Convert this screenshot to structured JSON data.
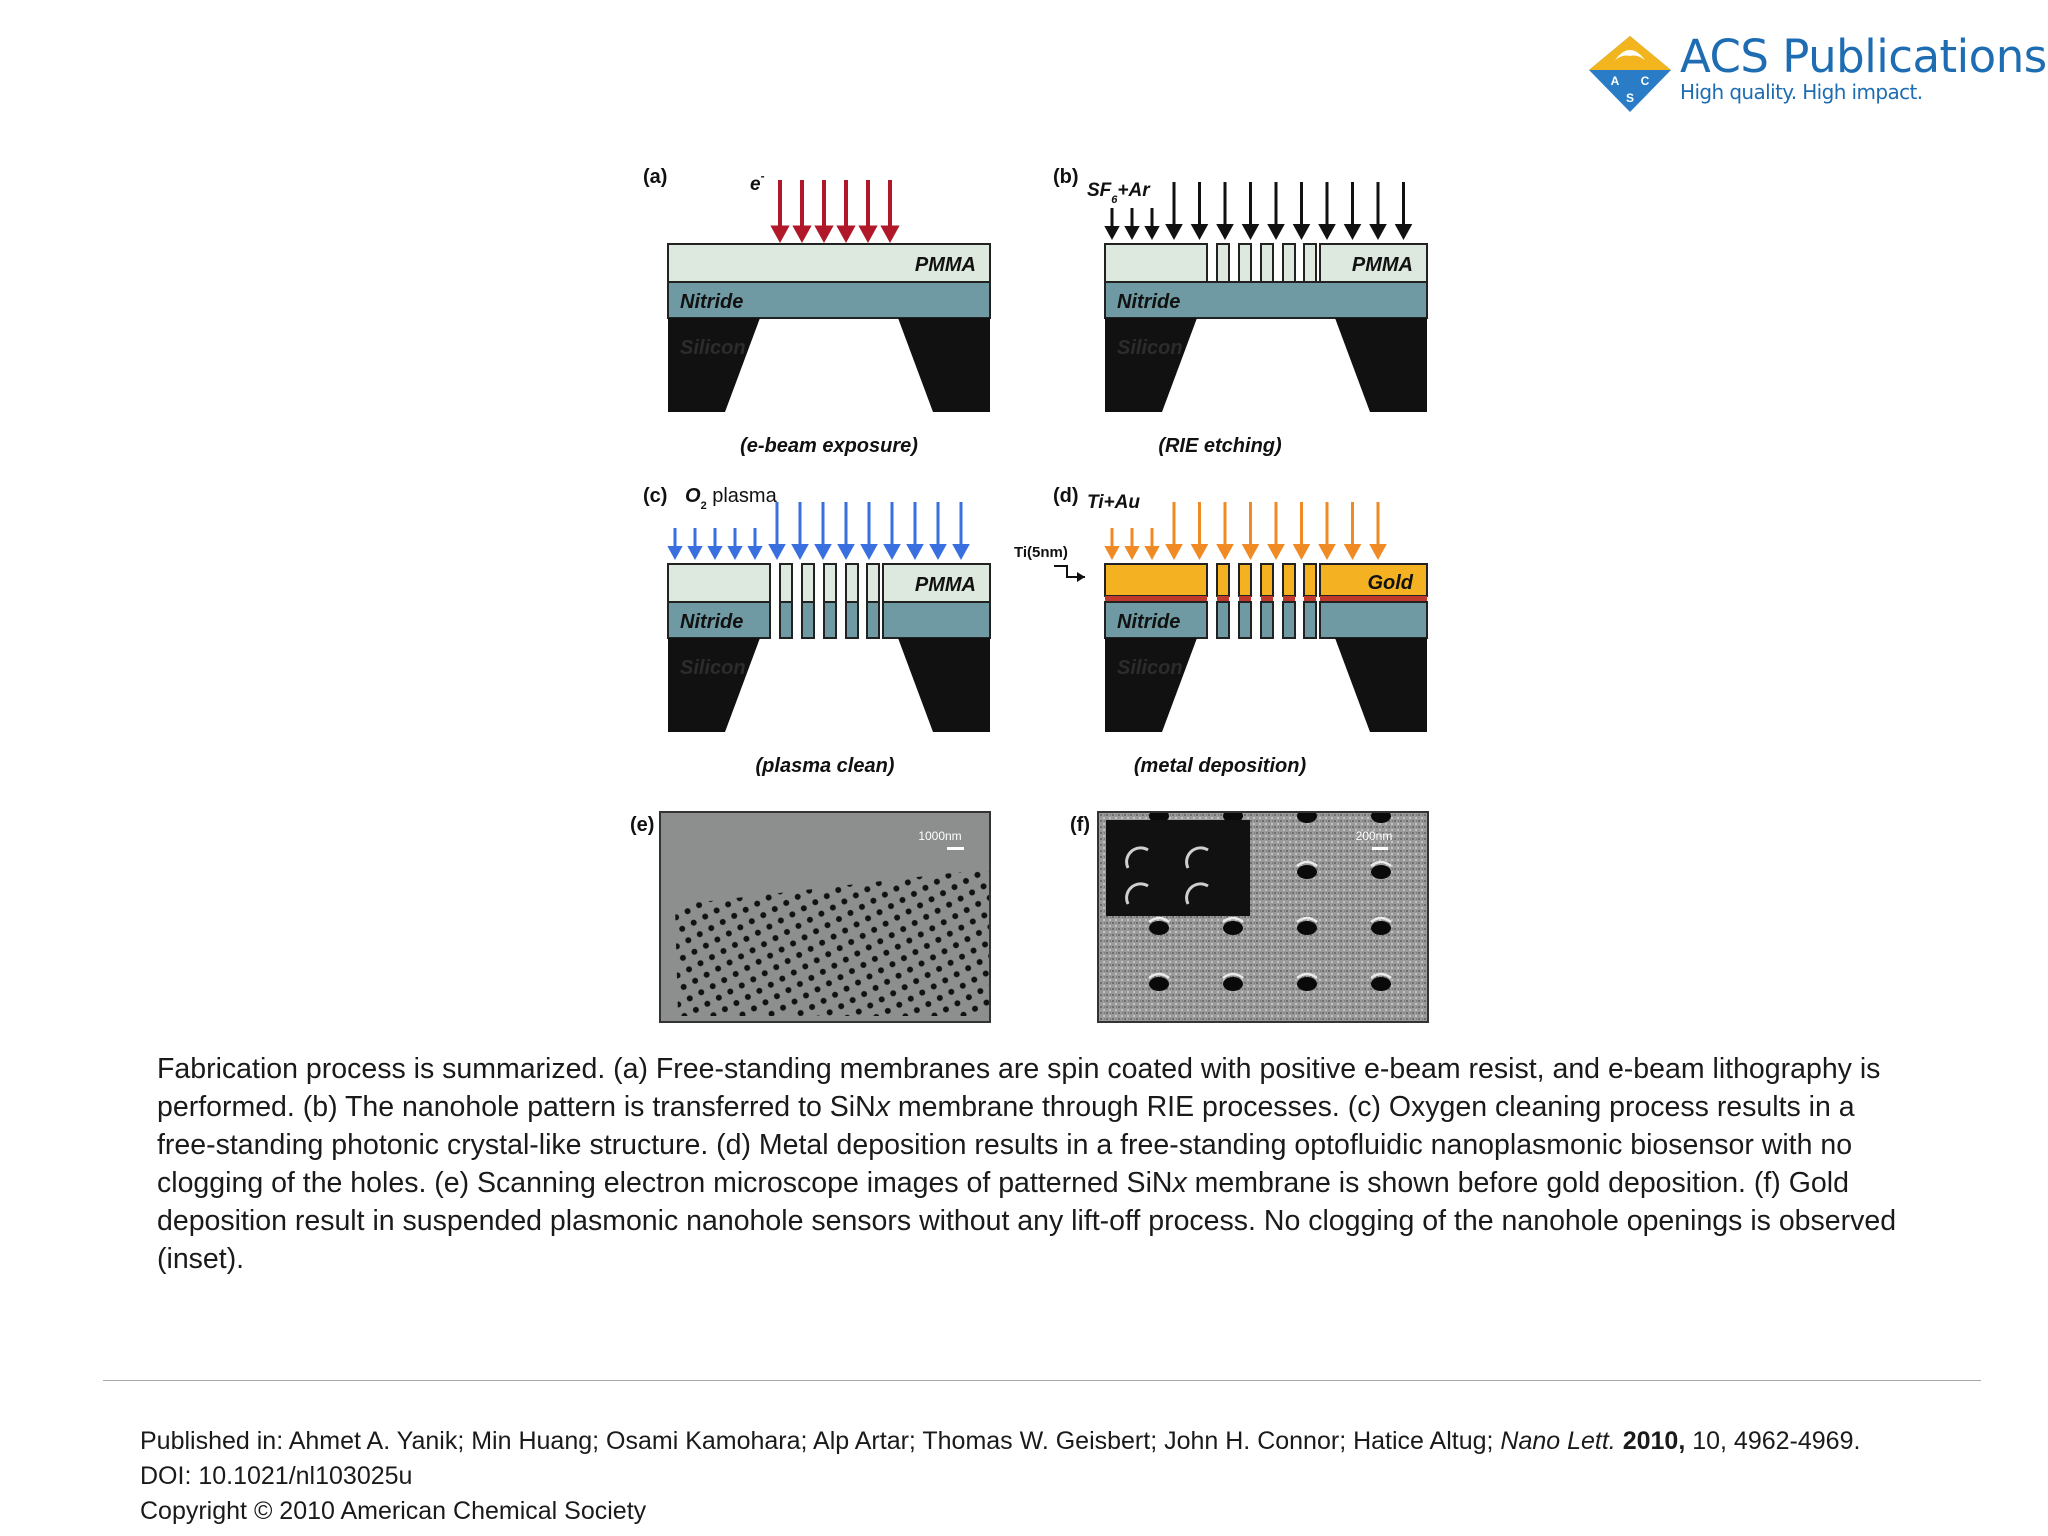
{
  "logo": {
    "name": "ACS Publications",
    "tagline": "High quality. High impact.",
    "emblem_letters": [
      "A",
      "C",
      "S"
    ]
  },
  "figure": {
    "panels": [
      {
        "label": "(a)",
        "beam": "e",
        "beam_sup": "-",
        "caption": "(e-beam exposure)",
        "top_layer": "PMMA",
        "mid_layer": "Nitride",
        "substrate": "Silicon"
      },
      {
        "label": "(b)",
        "beam": "SF",
        "beam_sub": "6",
        "beam_suffix": "+Ar",
        "caption": "(RIE etching)",
        "top_layer": "PMMA",
        "mid_layer": "Nitride",
        "substrate": "Silicon"
      },
      {
        "label": "(c)",
        "beam": "O",
        "beam_sub": "2",
        "beam_suffix": " plasma",
        "caption": "(plasma clean)",
        "top_layer": "PMMA",
        "mid_layer": "Nitride",
        "substrate": "Silicon"
      },
      {
        "label": "(d)",
        "beam": "Ti+Au",
        "caption": "(metal deposition)",
        "top_layer": "Gold",
        "mid_layer": "Nitride",
        "substrate": "Silicon",
        "ti_label": "Ti(5nm)"
      },
      {
        "label": "(e)",
        "scale_bar": "1000nm"
      },
      {
        "label": "(f)",
        "scale_bar": "200nm"
      }
    ],
    "colors": {
      "ebeam_arrows": "#b0182a",
      "rie_arrows": "#111111",
      "plasma_arrows": "#3a6fe0",
      "metal_arrows": "#f08a24",
      "pmma": "#dde8df",
      "nitride": "#6f9aa4",
      "silicon": "#111111",
      "gold": "#f4b223",
      "titanium": "#c0392b"
    }
  },
  "caption": {
    "p1": "Fabrication process is summarized. (a) Free-standing membranes are spin coated with positive e-beam resist, and e-beam lithography is performed. (b) The nanohole pattern is transferred to SiN",
    "x1": "x",
    "p2": " membrane through RIE processes. (c) Oxygen cleaning process results in a free-standing photonic crystal-like structure. (d) Metal deposition results in a free-standing optofluidic nanoplasmonic biosensor with no clogging of the holes. (e) Scanning electron microscope images of patterned SiN",
    "x2": "x",
    "p3": " membrane is shown before gold deposition. (f) Gold deposition result in suspended plasmonic nanohole sensors without any lift-off process. No clogging of the nanohole openings is observed (inset)."
  },
  "footer": {
    "published_prefix": "Published in: Ahmet A. Yanik; Min Huang; Osami Kamohara; Alp Artar; Thomas W. Geisbert; John H. Connor; Hatice Altug; ",
    "journal": "Nano Lett.",
    "year": "2010,",
    "volume_pages": " 10, 4962-4969.",
    "doi": "DOI: 10.1021/nl103025u",
    "copyright": "Copyright © 2010 American Chemical Society"
  }
}
